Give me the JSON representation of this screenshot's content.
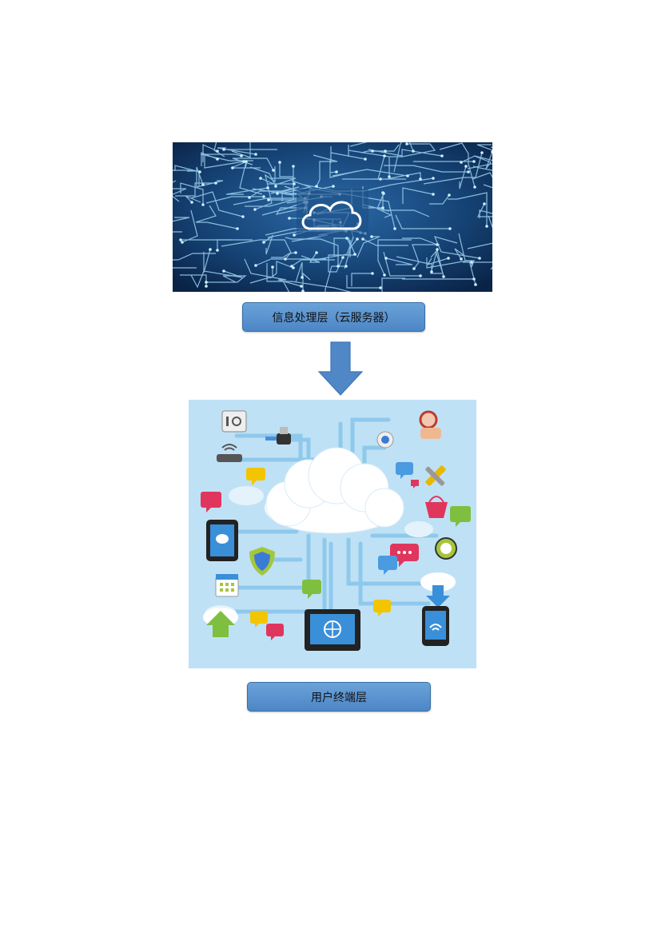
{
  "diagram": {
    "top_node": {
      "label": "信息处理层（云服务器）",
      "image": "circuit-board-cloud"
    },
    "bottom_node": {
      "label": "用户终端层",
      "image": "cloud-connected-devices"
    },
    "connector": {
      "direction": "down"
    }
  },
  "colors": {
    "box_fill": "#5b93d0",
    "box_border": "#3a6ea5",
    "arrow": "#4f87c7",
    "circuit_bg": "#0c2f57",
    "devices_bg": "#bfe1f5"
  }
}
